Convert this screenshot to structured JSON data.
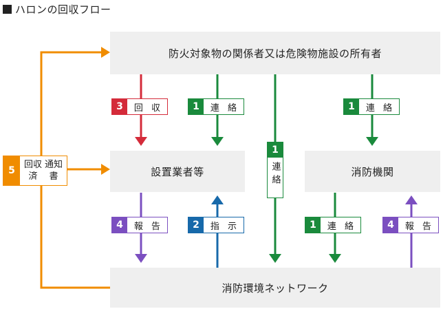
{
  "title": "ハロンの回収フロー",
  "colors": {
    "red": "#d42b3a",
    "green": "#1a8a3c",
    "purple": "#7b4fc0",
    "blue": "#1769aa",
    "orange": "#f08c00",
    "box_fill": "#efefef"
  },
  "nodes": {
    "owner": "防火対象物の関係者又は危険物施設の所有者",
    "installer": "設置業者等",
    "fire_dept": "消防機関",
    "network": "消防環境ネットワーク"
  },
  "edges": [
    {
      "from": "owner",
      "to": "installer",
      "step": "3",
      "label": "回 収",
      "color": "red"
    },
    {
      "from": "owner",
      "to": "installer",
      "step": "1",
      "label": "連 絡",
      "color": "green"
    },
    {
      "from": "owner",
      "to": "network",
      "step": "1",
      "label": "連絡",
      "color": "green"
    },
    {
      "from": "owner",
      "to": "fire_dept",
      "step": "1",
      "label": "連 絡",
      "color": "green"
    },
    {
      "from": "installer",
      "to": "network",
      "step": "4",
      "label": "報 告",
      "color": "purple"
    },
    {
      "from": "network",
      "to": "installer",
      "step": "2",
      "label": "指 示",
      "color": "blue"
    },
    {
      "from": "fire_dept",
      "to": "network",
      "step": "1",
      "label": "連 絡",
      "color": "green"
    },
    {
      "from": "network",
      "to": "fire_dept",
      "step": "4",
      "label": "報 告",
      "color": "purple"
    },
    {
      "from": "network",
      "to": "owner",
      "step": "5",
      "label": "回収済通知書",
      "color": "orange"
    },
    {
      "from": "network",
      "to": "installer",
      "step": "5",
      "label": "回収済通知書",
      "color": "orange"
    }
  ],
  "tags": {
    "t_red": {
      "num": "3",
      "label": "回 収"
    },
    "t_green1": {
      "num": "1",
      "label": "連 絡"
    },
    "t_green_mid": {
      "num": "1",
      "label": "連絡"
    },
    "t_green_right": {
      "num": "1",
      "label": "連 絡"
    },
    "t_purple_left": {
      "num": "4",
      "label": "報 告"
    },
    "t_blue": {
      "num": "2",
      "label": "指 示"
    },
    "t_green_bottom": {
      "num": "1",
      "label": "連 絡"
    },
    "t_purple_right": {
      "num": "4",
      "label": "報 告"
    },
    "t_orange": {
      "num": "5",
      "line1": "回収済",
      "line2": "通知書"
    }
  }
}
